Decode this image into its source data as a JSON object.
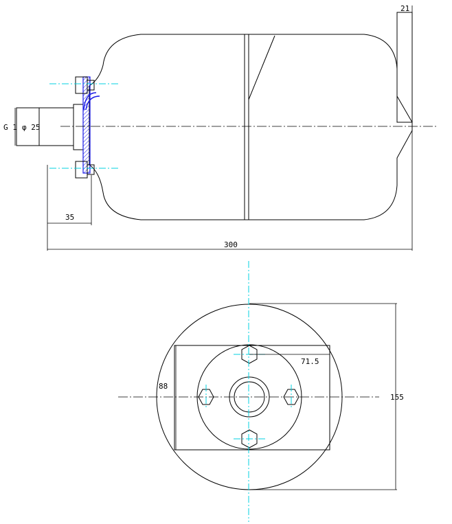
{
  "drawing": {
    "side_view": {
      "labels": {
        "thread": "G 1",
        "diameter": "φ 25",
        "flange_length": "35",
        "total_length": "300",
        "bracket_width": "21"
      }
    },
    "front_view": {
      "labels": {
        "bolt_spacing_h": "71.5",
        "bolt_spacing_v": "88",
        "outer_diameter": "155"
      }
    },
    "colors": {
      "line": "#000000",
      "centerline": "#00d0e0",
      "gasket": "#1a1ae6"
    }
  }
}
